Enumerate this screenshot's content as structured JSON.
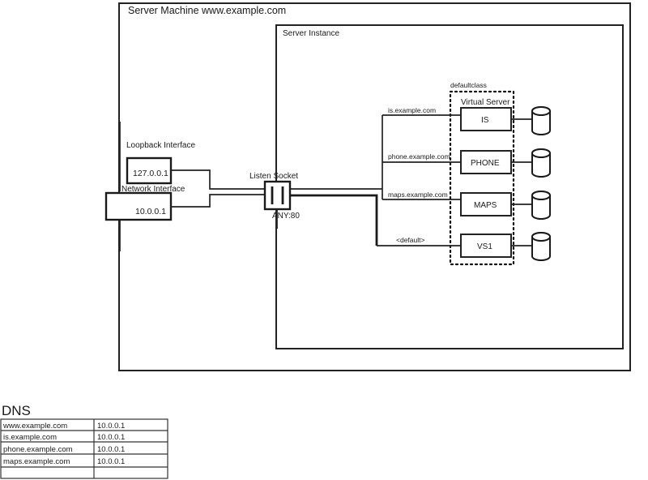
{
  "diagram": {
    "machine": {
      "label": "Server Machine www.example.com"
    },
    "instance": {
      "label": "Server Instance"
    },
    "listen_socket": {
      "label": "Listen Socket",
      "address": "ANY:80"
    },
    "loopback": {
      "label": "Loopback Interface",
      "ip": "127.0.0.1"
    },
    "network": {
      "label": "Network Interface",
      "ip": "10.0.0.1"
    },
    "class": {
      "label": "defaultclass"
    },
    "virtual_server_header": {
      "label": "Virtual Server"
    },
    "routes": [
      {
        "host": "is.example.com",
        "vs": "IS"
      },
      {
        "host": "phone.example.com",
        "vs": "PHONE"
      },
      {
        "host": "maps.example.com",
        "vs": "MAPS"
      },
      {
        "host": "<default>",
        "vs": "VS1"
      }
    ]
  },
  "dns": {
    "title": "DNS",
    "rows": [
      {
        "name": "www.example.com",
        "ip": "10.0.0.1"
      },
      {
        "name": "is.example.com",
        "ip": "10.0.0.1"
      },
      {
        "name": "phone.example.com",
        "ip": "10.0.0.1"
      },
      {
        "name": "maps.example.com",
        "ip": "10.0.0.1"
      },
      {
        "name": "",
        "ip": ""
      }
    ]
  },
  "colors": {
    "line": "#222222",
    "background": "#ffffff",
    "text": "#1a1a1a"
  }
}
